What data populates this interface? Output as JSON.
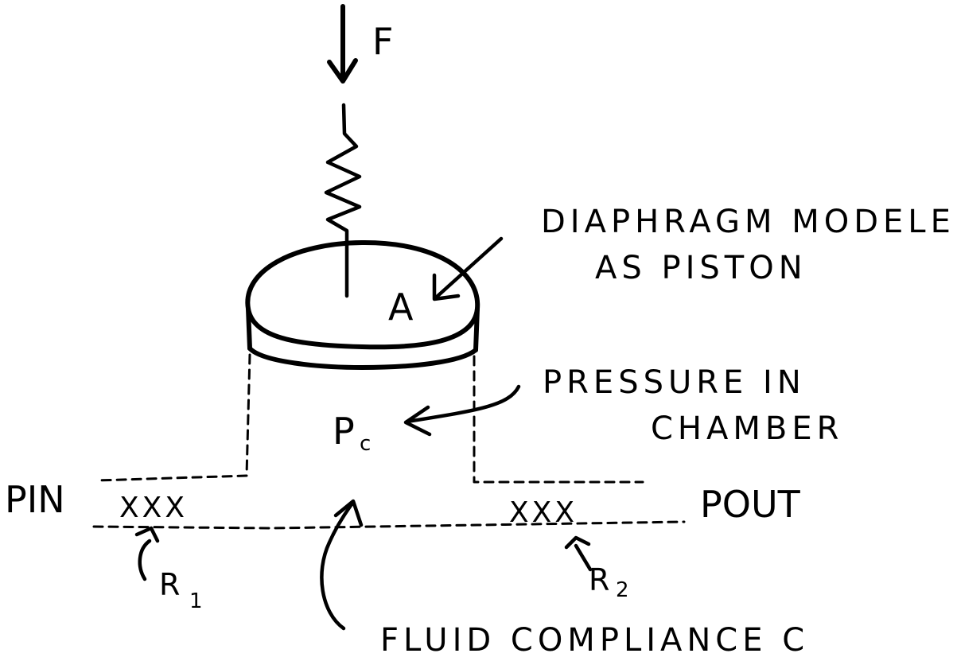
{
  "labels": {
    "force": "F",
    "area": "A",
    "chamber_pressure": "P",
    "chamber_pressure_sub": "c",
    "diaphragm_note_line1": "DIAPHRAGM MODELED",
    "diaphragm_note_line2": "AS PISTON",
    "pressure_note_line1": "PRESSURE IN",
    "pressure_note_line2": "CHAMBER",
    "inlet_pressure": "PIN",
    "outlet_pressure": "POUT",
    "restrictor_1_marks": "XXX",
    "restrictor_2_marks": "XXX",
    "resistance_1": "R",
    "resistance_1_sub": "1",
    "resistance_2": "R",
    "resistance_2_sub": "2",
    "compliance_note": "FLUID COMPLIANCE C"
  },
  "colors": {
    "ink": "#000000",
    "paper": "#ffffff"
  }
}
